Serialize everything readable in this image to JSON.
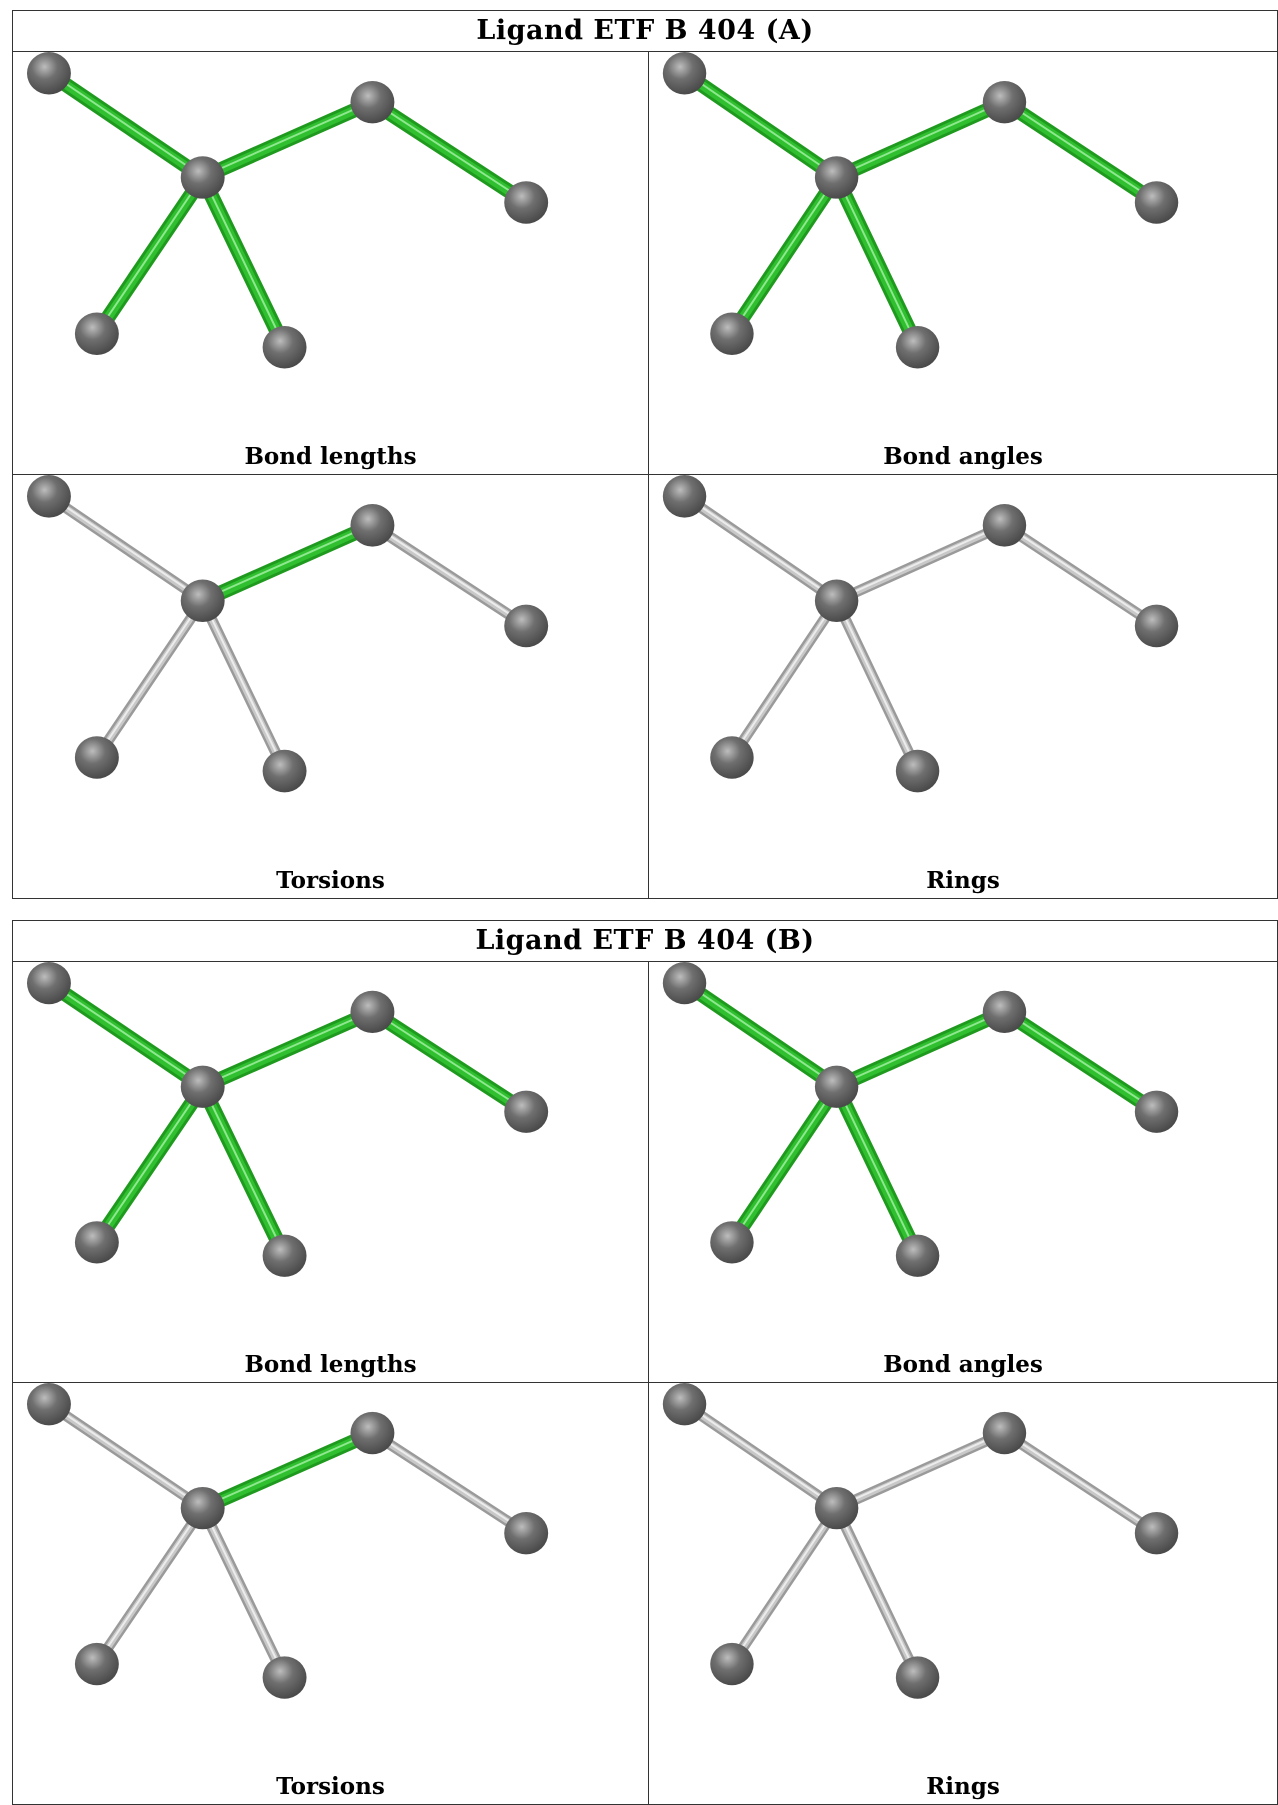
{
  "colors": {
    "highlight_bond": "#2fbf2f",
    "plain_bond": "#c8c8c8",
    "atom": "#6f6f6f"
  },
  "panels": [
    {
      "title": "Ligand ETF B 404 (A)",
      "cells": [
        {
          "label": "Bond lengths",
          "highlighted_bonds": [
            "C1-C2",
            "C2-C3",
            "C3-C4",
            "C2-C5",
            "C2-C6"
          ]
        },
        {
          "label": "Bond angles",
          "highlighted_bonds": [
            "C1-C2",
            "C2-C3",
            "C3-C4",
            "C2-C5",
            "C2-C6"
          ]
        },
        {
          "label": "Torsions",
          "highlighted_bonds": [
            "C2-C3"
          ]
        },
        {
          "label": "Rings",
          "highlighted_bonds": []
        }
      ]
    },
    {
      "title": "Ligand ETF B 404 (B)",
      "cells": [
        {
          "label": "Bond lengths",
          "highlighted_bonds": [
            "C1-C2",
            "C2-C3",
            "C3-C4",
            "C2-C5",
            "C2-C6"
          ]
        },
        {
          "label": "Bond angles",
          "highlighted_bonds": [
            "C1-C2",
            "C2-C3",
            "C3-C4",
            "C2-C5",
            "C2-C6"
          ]
        },
        {
          "label": "Torsions",
          "highlighted_bonds": [
            "C2-C3"
          ]
        },
        {
          "label": "Rings",
          "highlighted_bonds": []
        }
      ]
    }
  ]
}
